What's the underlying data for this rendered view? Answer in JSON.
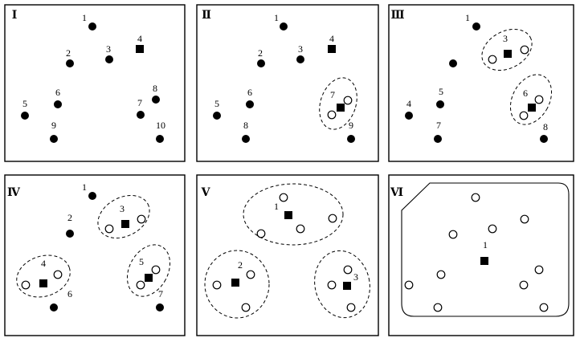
{
  "panels": [
    {
      "label": "Ⅰ",
      "points": [
        {
          "type": "dot",
          "label": "1"
        },
        {
          "type": "dot",
          "label": "2"
        },
        {
          "type": "dot",
          "label": "3"
        },
        {
          "type": "square",
          "label": "4"
        },
        {
          "type": "dot",
          "label": "5"
        },
        {
          "type": "dot",
          "label": "6"
        },
        {
          "type": "dot",
          "label": "7"
        },
        {
          "type": "dot",
          "label": "8"
        },
        {
          "type": "dot",
          "label": "9"
        },
        {
          "type": "dot",
          "label": "10"
        }
      ]
    },
    {
      "label": "Ⅱ",
      "points": [
        {
          "type": "dot",
          "label": "1"
        },
        {
          "type": "dot",
          "label": "2"
        },
        {
          "type": "dot",
          "label": "3"
        },
        {
          "type": "square",
          "label": "4"
        },
        {
          "type": "dot",
          "label": "5"
        },
        {
          "type": "dot",
          "label": "6"
        },
        {
          "type": "square",
          "label": "7"
        },
        {
          "type": "hollow",
          "label": ""
        },
        {
          "type": "hollow",
          "label": ""
        },
        {
          "type": "dot",
          "label": "8"
        },
        {
          "type": "dot",
          "label": "9"
        }
      ]
    },
    {
      "label": "Ⅲ",
      "points": [
        {
          "type": "dot",
          "label": "1"
        },
        {
          "type": "square",
          "label": "3"
        },
        {
          "type": "hollow",
          "label": ""
        },
        {
          "type": "hollow",
          "label": ""
        },
        {
          "type": "dot",
          "label": ""
        },
        {
          "type": "dot",
          "label": "5"
        },
        {
          "type": "dot",
          "label": "4"
        },
        {
          "type": "square",
          "label": "6"
        },
        {
          "type": "hollow",
          "label": ""
        },
        {
          "type": "hollow",
          "label": ""
        },
        {
          "type": "dot",
          "label": "7"
        },
        {
          "type": "dot",
          "label": "8"
        }
      ]
    },
    {
      "label": "Ⅳ",
      "points": [
        {
          "type": "dot",
          "label": "1"
        },
        {
          "type": "dot",
          "label": "2"
        },
        {
          "type": "square",
          "label": "3"
        },
        {
          "type": "hollow",
          "label": ""
        },
        {
          "type": "hollow",
          "label": ""
        },
        {
          "type": "square",
          "label": "4"
        },
        {
          "type": "hollow",
          "label": ""
        },
        {
          "type": "hollow",
          "label": ""
        },
        {
          "type": "square",
          "label": "5"
        },
        {
          "type": "hollow",
          "label": ""
        },
        {
          "type": "hollow",
          "label": ""
        },
        {
          "type": "dot",
          "label": "6"
        },
        {
          "type": "dot",
          "label": "7"
        }
      ]
    },
    {
      "label": "Ⅴ",
      "points": [
        {
          "type": "square",
          "label": "1"
        },
        {
          "type": "hollow",
          "label": ""
        },
        {
          "type": "hollow",
          "label": ""
        },
        {
          "type": "hollow",
          "label": ""
        },
        {
          "type": "hollow",
          "label": ""
        },
        {
          "type": "square",
          "label": "2"
        },
        {
          "type": "hollow",
          "label": ""
        },
        {
          "type": "hollow",
          "label": ""
        },
        {
          "type": "hollow",
          "label": ""
        },
        {
          "type": "square",
          "label": "3"
        },
        {
          "type": "hollow",
          "label": ""
        },
        {
          "type": "hollow",
          "label": ""
        },
        {
          "type": "hollow",
          "label": ""
        }
      ]
    },
    {
      "label": "Ⅵ",
      "points": [
        {
          "type": "square",
          "label": "1"
        },
        {
          "type": "hollow",
          "label": ""
        },
        {
          "type": "hollow",
          "label": ""
        },
        {
          "type": "hollow",
          "label": ""
        },
        {
          "type": "hollow",
          "label": ""
        },
        {
          "type": "hollow",
          "label": ""
        },
        {
          "type": "hollow",
          "label": ""
        },
        {
          "type": "hollow",
          "label": ""
        },
        {
          "type": "hollow",
          "label": ""
        },
        {
          "type": "hollow",
          "label": ""
        },
        {
          "type": "hollow",
          "label": ""
        }
      ]
    }
  ]
}
